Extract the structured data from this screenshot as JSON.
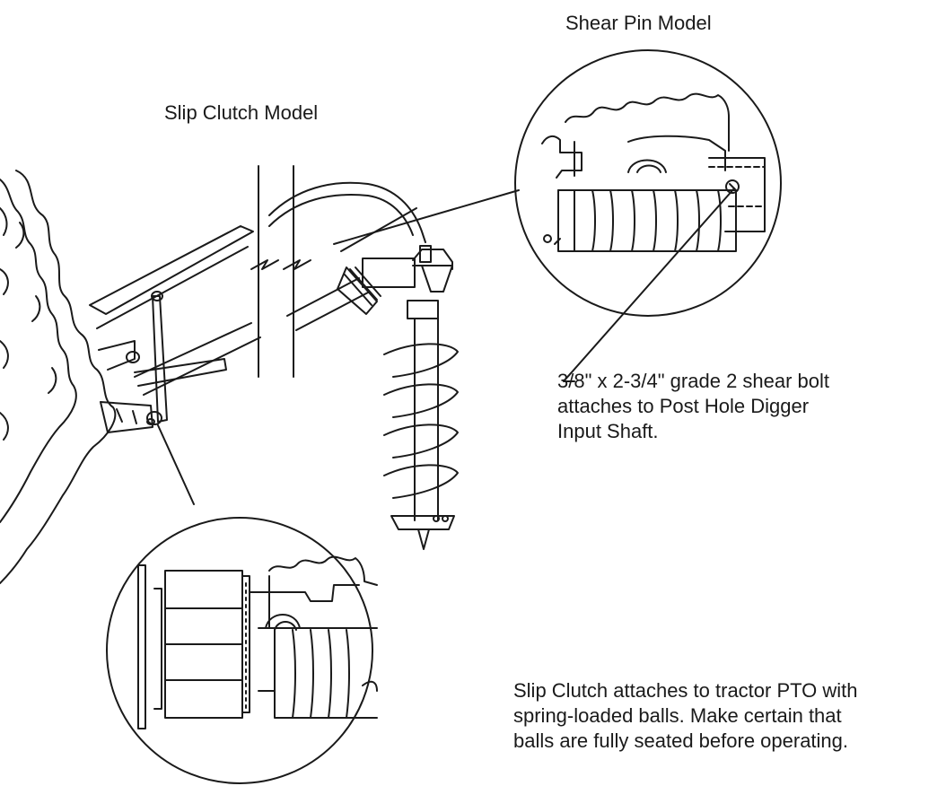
{
  "labels": {
    "shear_pin_model": "Shear Pin Model",
    "slip_clutch_model": "Slip Clutch Model"
  },
  "notes": {
    "shear_bolt": [
      "3/8\" x 2-3/4\" grade 2 shear bolt",
      "attaches to Post Hole Digger",
      "Input Shaft."
    ],
    "slip_clutch": [
      "Slip Clutch attaches to tractor PTO with",
      "spring-loaded balls. Make certain that",
      "balls are fully seated before operating."
    ]
  },
  "colors": {
    "line": "#1a1a1a",
    "background": "#ffffff"
  },
  "icons": [
    "tractor-tire",
    "post-hole-digger-auger",
    "pto-driveline",
    "detail-circle"
  ]
}
